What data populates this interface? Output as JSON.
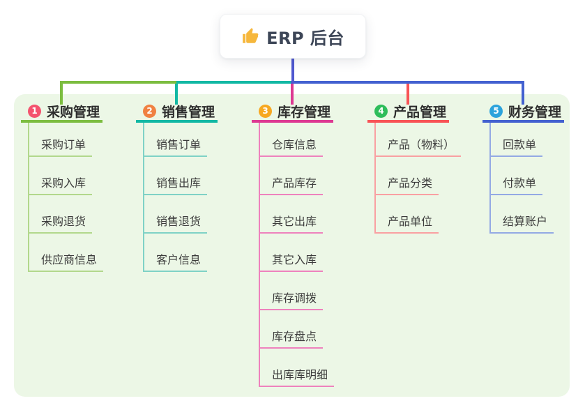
{
  "root": {
    "title": "ERP 后台",
    "icon": "thumbs-up-icon",
    "icon_color": "#f6b73c"
  },
  "colors": {
    "panel_bg": "#ecf7e6",
    "root_line": "#4f58d0",
    "canvas_bg": "#ffffff",
    "root_text": "#3d4657",
    "branch_text": "#2d2d2d",
    "child_text": "#3c3c3c"
  },
  "branches": [
    {
      "badge": "1",
      "badge_color": "#f4536e",
      "line_color": "#7cbd40",
      "line_light": "#b2d88c",
      "label": "采购管理",
      "children": [
        "采购订单",
        "采购入库",
        "采购退货",
        "供应商信息"
      ]
    },
    {
      "badge": "2",
      "badge_color": "#f08142",
      "line_color": "#12b8a4",
      "line_light": "#7fd2c6",
      "label": "销售管理",
      "children": [
        "销售订单",
        "销售出库",
        "销售退货",
        "客户信息"
      ]
    },
    {
      "badge": "3",
      "badge_color": "#f7a821",
      "line_color": "#dd3992",
      "line_light": "#ee82bd",
      "label": "库存管理",
      "children": [
        "仓库信息",
        "产品库存",
        "其它出库",
        "其它入库",
        "库存调拨",
        "库存盘点",
        "出库库明细"
      ]
    },
    {
      "badge": "4",
      "badge_color": "#2ebd5b",
      "line_color": "#f85356",
      "line_light": "#f9a0a2",
      "label": "产品管理",
      "children": [
        "产品（物料）",
        "产品分类",
        "产品单位"
      ]
    },
    {
      "badge": "5",
      "badge_color": "#2ca3dc",
      "line_color": "#4361d0",
      "line_light": "#93a9e4",
      "label": "财务管理",
      "children": [
        "回款单",
        "付款单",
        "结算账户"
      ]
    }
  ]
}
